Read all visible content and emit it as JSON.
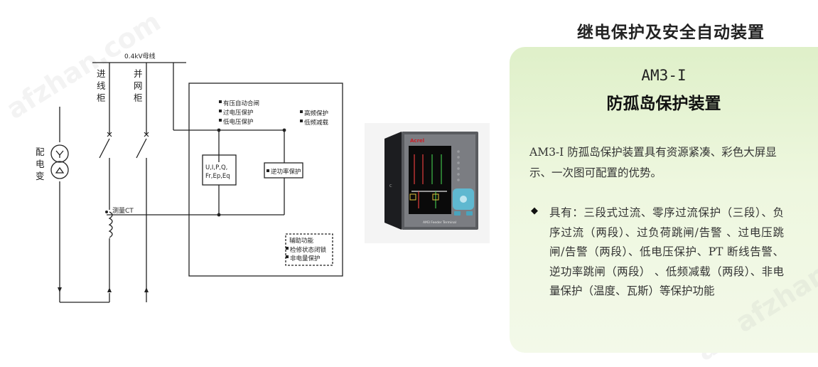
{
  "header": {
    "title": "继电保护及安全自动装置"
  },
  "product": {
    "model": "AM3-I",
    "name": "防孤岛保护装置",
    "description": "AM3-I 防孤岛保护装置具有资源紧凑、彩色大屏显示、一次图可配置的优势。",
    "features": "具有：三段式过流、零序过流保护（三段）、负序过流（两段）、过负荷跳闸/告警 、过电压跳闸/告警（两段）、低电压保护、PT 断线告警、逆功率跳闸（两段） 、低频减载（两段）、非电量保护（温度、瓦斯）等保护功能",
    "feature_bullet": "◆"
  },
  "diagram": {
    "bus_label": "0.4kV母线",
    "incoming_label": [
      "进",
      "线",
      "柜"
    ],
    "grid_label": [
      "并",
      "网",
      "柜"
    ],
    "transformer_label": [
      "配",
      "电",
      "变"
    ],
    "ct_label": "测量CT",
    "top_functions": [
      "有压自动合闸",
      "过电压保护",
      "低电压保护"
    ],
    "freq_functions": [
      "高频保护",
      "低频减载"
    ],
    "measure_box": [
      "U,I,P,Q,",
      "Fr,Ep,Eq"
    ],
    "reverse_power": "逆功率保护",
    "aux_functions": [
      "辅助功能",
      "检修状态闭锁",
      "非电量保护"
    ]
  },
  "device": {
    "brand": "Acrel",
    "panel_label": "AM3 Feeder Terminal",
    "colors": {
      "frame": "#5a5c60",
      "screen": "#0a0a0a",
      "keypad": "#5fb8d0"
    }
  },
  "watermarks": [
    "afzhan.com",
    "afzhan.com",
    "afzhan.com"
  ]
}
